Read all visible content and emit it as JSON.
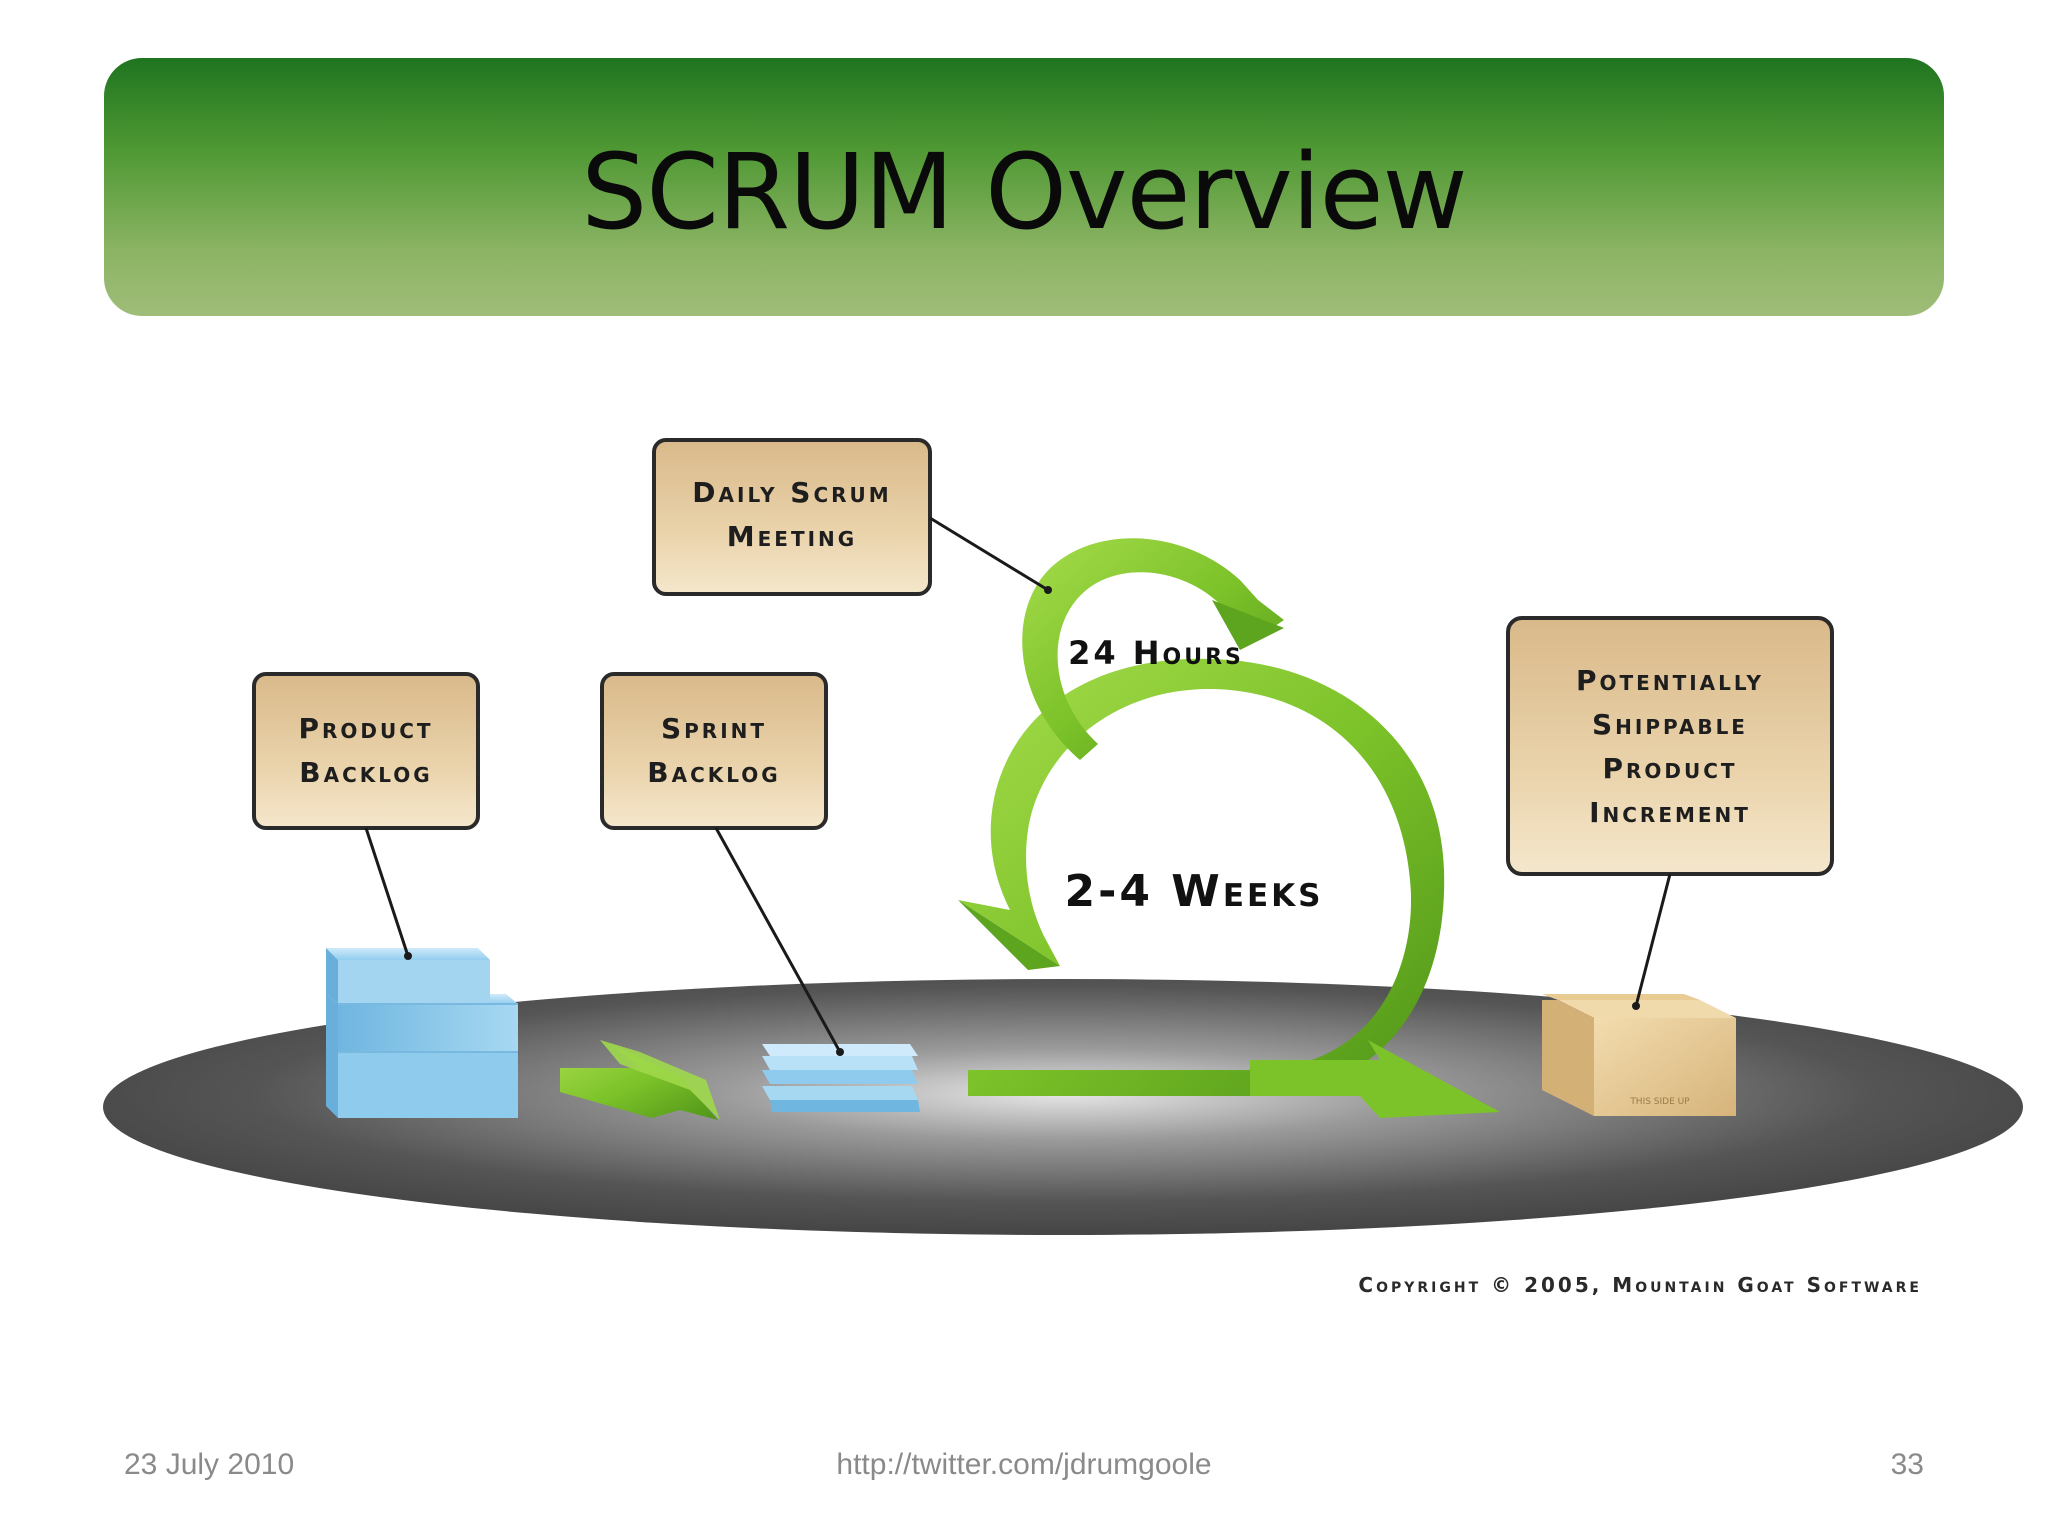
{
  "slide": {
    "title": "SCRUM Overview",
    "footer": {
      "date": "23 July 2010",
      "url": "http://twitter.com/jdrumgoole",
      "page": "33"
    }
  },
  "diagram": {
    "labels": {
      "daily_scrum": [
        "Daily Scrum",
        "Meeting"
      ],
      "product_backlog": [
        "Product",
        "Backlog"
      ],
      "sprint_backlog": [
        "Sprint",
        "Backlog"
      ],
      "increment": [
        "Potentially",
        "Shippable",
        "Product",
        "Increment"
      ]
    },
    "cycle_daily": "24 Hours",
    "cycle_sprint": "2-4 Weeks",
    "copyright": "Copyright © 2005, Mountain Goat Software",
    "box_stamp": "THIS SIDE UP"
  },
  "colors": {
    "banner_top": "#1f7420",
    "banner_bottom": "#9fbd79",
    "label_fill": "#e8cfa3",
    "arrow_green": "#7cc229",
    "backlog_blue": "#8cc8ea",
    "platform": "#4a4a4a"
  }
}
